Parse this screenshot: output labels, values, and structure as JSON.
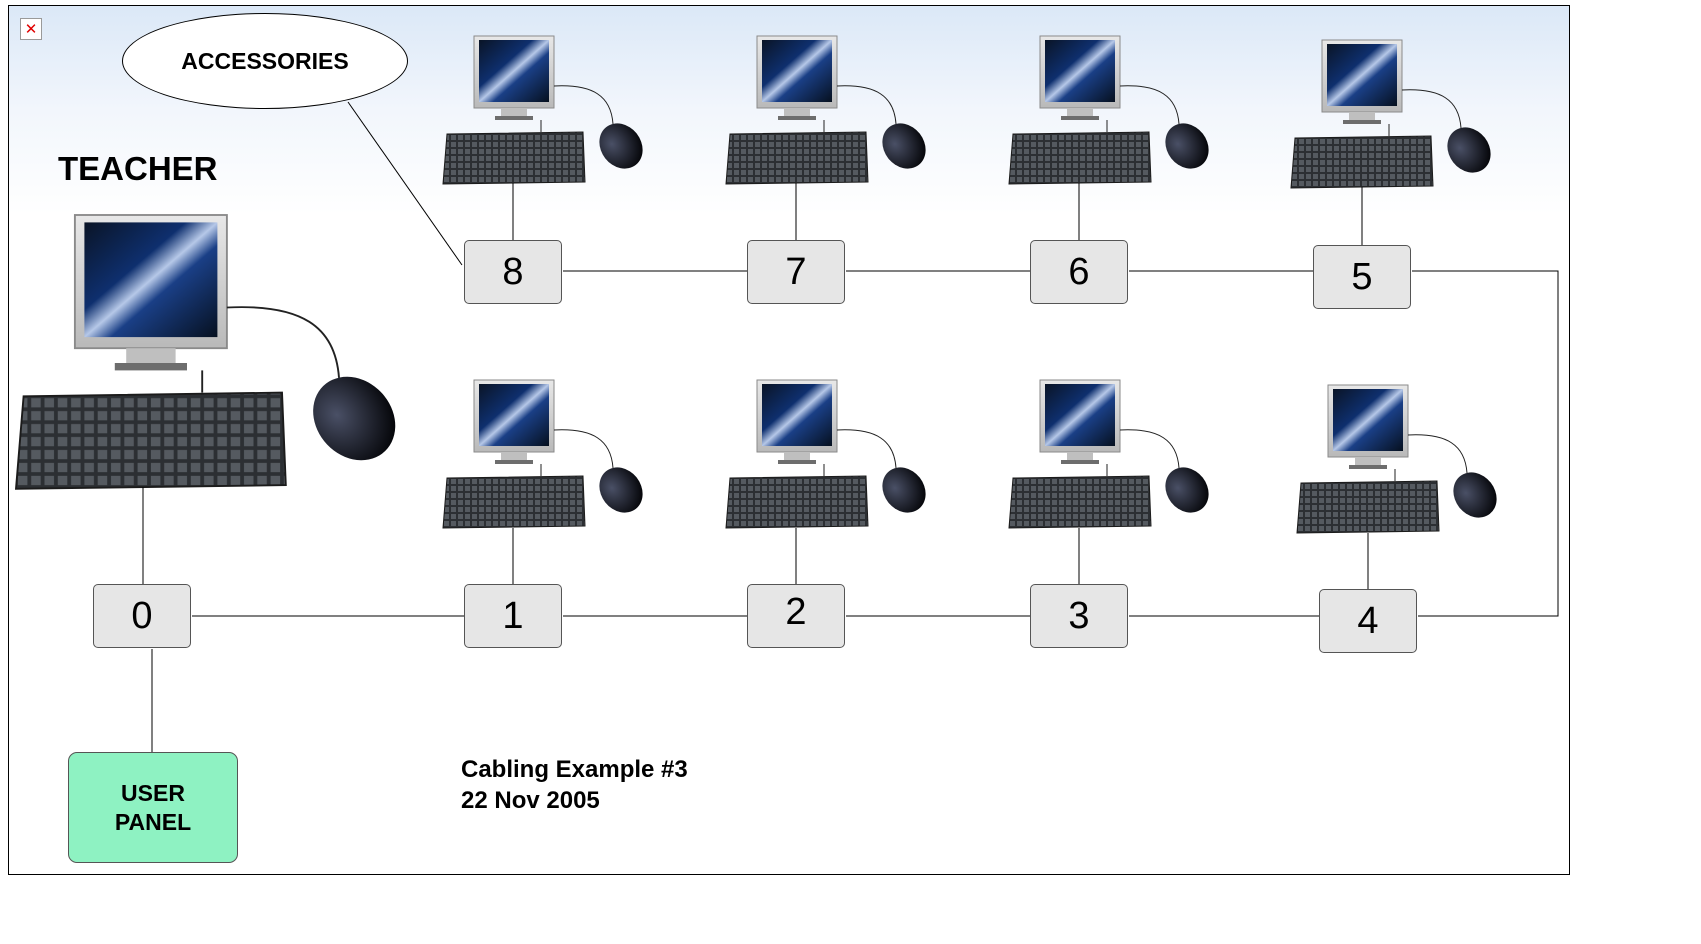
{
  "diagram": {
    "accessories_label": "ACCESSORIES",
    "teacher_label": "TEACHER",
    "user_panel_label": "USER\nPANEL",
    "caption_line1": "Cabling Example #3",
    "caption_line2": "22 Nov 2005",
    "nodes": [
      "0",
      "1",
      "2",
      "3",
      "4",
      "5",
      "6",
      "7",
      "8"
    ]
  },
  "colors": {
    "node_fill": "#e6e6e6",
    "user_panel_fill": "#8ef2c2",
    "frame_top": "#dbe8f7"
  },
  "icons": {
    "broken_image": "broken-image-icon",
    "workstation": "computer-workstation-icon"
  }
}
